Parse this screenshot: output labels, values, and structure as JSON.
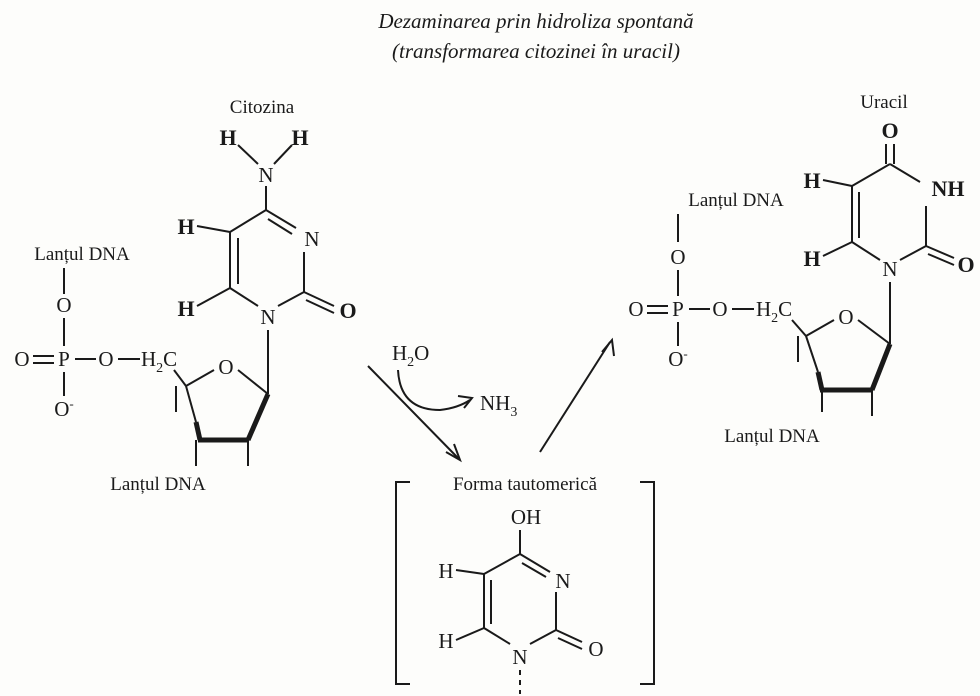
{
  "title": {
    "line1": "Dezaminarea prin hidroliza spontană",
    "line2": "(transformarea citozinei în uracil)"
  },
  "cytosine": {
    "name": "Citozina",
    "amine_h_left": "H",
    "amine_h_right": "H",
    "amine_n": "N",
    "ring_n3": "N",
    "ring_n1": "N",
    "ring_o": "O",
    "h5": "H",
    "h6": "H",
    "chain_top": "Lanțul DNA",
    "chain_bottom": "Lanțul DNA",
    "phos_o_left": "O",
    "phos_p": "P",
    "phos_o_top": "O",
    "phos_o_bottom": "O",
    "phos_o_right": "O",
    "ch2_h": "H",
    "ch2_sub": "2",
    "ch2_c": "C",
    "ring_o_sugar": "O",
    "charge": "-"
  },
  "reaction": {
    "water": "H",
    "water_sub": "2",
    "water_o": "O",
    "ammonia": "NH",
    "ammonia_sub": "3"
  },
  "tautomer": {
    "name": "Forma tautomerică",
    "oh": "OH",
    "ring_n3": "N",
    "ring_n1": "N",
    "ring_o": "O",
    "h5": "H",
    "h6": "H"
  },
  "uracil": {
    "name": "Uracil",
    "top_o": "O",
    "nh": "NH",
    "ring_o": "O",
    "ring_n1": "N",
    "h5": "H",
    "h6": "H",
    "chain_top": "Lanțul DNA",
    "chain_bottom": "Lanțul DNA",
    "phos_o_left": "O",
    "phos_p": "P",
    "phos_o_top": "O",
    "phos_o_bottom": "O",
    "phos_o_right": "O",
    "ch2_h": "H",
    "ch2_sub": "2",
    "ch2_c": "C",
    "ring_o_sugar": "O",
    "charge": "-"
  }
}
